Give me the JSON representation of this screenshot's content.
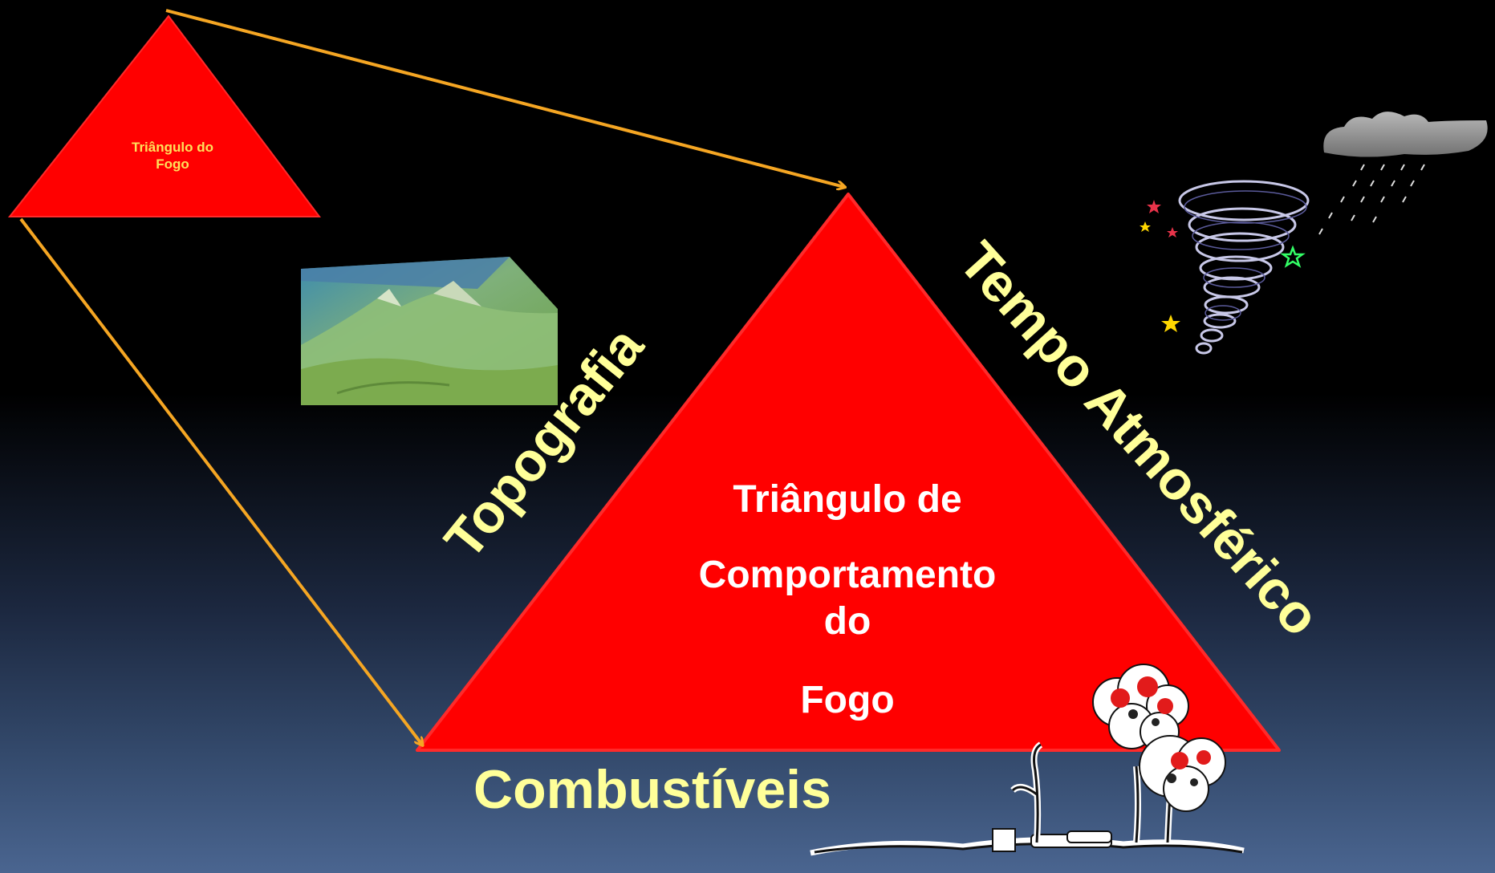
{
  "small_triangle": {
    "line1": "Triângulo do",
    "line2": "Fogo",
    "fill_color": "#ff0000",
    "text_color": "#ffe15a"
  },
  "big_triangle": {
    "line1": "Triângulo de",
    "line2": "Comportamento",
    "line3": "do",
    "line4": "Fogo",
    "fill_color": "#ff0000",
    "text_color": "#ffffff"
  },
  "sides": {
    "left": "Topografia",
    "right": "Tempo Atmosférico",
    "bottom": "Combustíveis",
    "label_color": "#ffff99"
  },
  "arrow_color": "#f5a623",
  "illustrations": {
    "terrain": "terrain-3d-image",
    "weather": "tornado-cloud-icon",
    "fuels": "vegetation-fuels-drawing"
  }
}
